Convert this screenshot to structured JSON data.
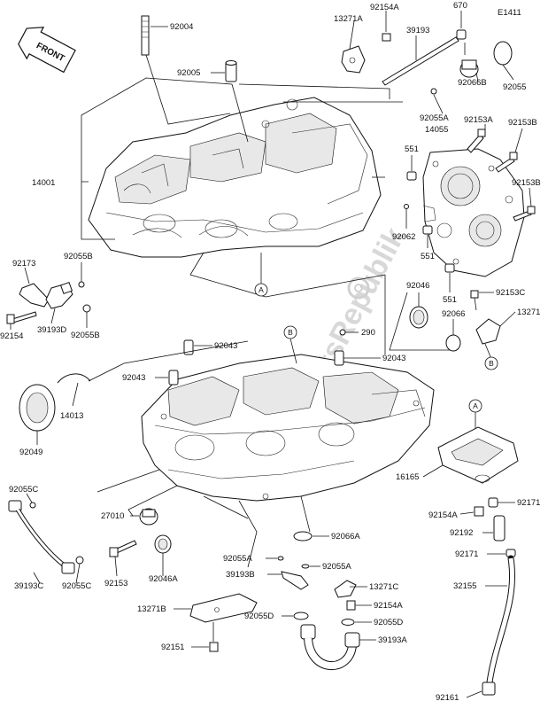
{
  "diagram": {
    "code": "E1411",
    "front_label": "FRONT",
    "watermark": "PartsRepublik",
    "callouts": {
      "a": "A",
      "b": "B"
    },
    "labels": [
      {
        "id": "p92004",
        "text": "92004"
      },
      {
        "id": "p13271A",
        "text": "13271A"
      },
      {
        "id": "p92154A_top",
        "text": "92154A"
      },
      {
        "id": "p670",
        "text": "670"
      },
      {
        "id": "p39193",
        "text": "39193"
      },
      {
        "id": "p92005",
        "text": "92005"
      },
      {
        "id": "p92066B",
        "text": "92066B"
      },
      {
        "id": "p92055_top",
        "text": "92055"
      },
      {
        "id": "p92055A_top",
        "text": "92055A"
      },
      {
        "id": "p92153A",
        "text": "92153A"
      },
      {
        "id": "p14055",
        "text": "14055"
      },
      {
        "id": "p92153B_1",
        "text": "92153B"
      },
      {
        "id": "p551_1",
        "text": "551"
      },
      {
        "id": "p14001",
        "text": "14001"
      },
      {
        "id": "p92153B_2",
        "text": "92153B"
      },
      {
        "id": "p92062",
        "text": "92062"
      },
      {
        "id": "p551_2",
        "text": "551"
      },
      {
        "id": "p92173",
        "text": "92173"
      },
      {
        "id": "p92055B_1",
        "text": "92055B"
      },
      {
        "id": "p551_3",
        "text": "551"
      },
      {
        "id": "p92046",
        "text": "92046"
      },
      {
        "id": "p92153C",
        "text": "92153C"
      },
      {
        "id": "p92066",
        "text": "92066"
      },
      {
        "id": "p13271",
        "text": "13271"
      },
      {
        "id": "p92154",
        "text": "92154"
      },
      {
        "id": "p39193D",
        "text": "39193D"
      },
      {
        "id": "p92055B_2",
        "text": "92055B"
      },
      {
        "id": "p290",
        "text": "290"
      },
      {
        "id": "p92043_1",
        "text": "92043"
      },
      {
        "id": "p92043_2",
        "text": "92043"
      },
      {
        "id": "p92043_3",
        "text": "92043"
      },
      {
        "id": "p14013",
        "text": "14013"
      },
      {
        "id": "p92049",
        "text": "92049"
      },
      {
        "id": "p16165",
        "text": "16165"
      },
      {
        "id": "p92055C_1",
        "text": "92055C"
      },
      {
        "id": "p92171_1",
        "text": "92171"
      },
      {
        "id": "p27010",
        "text": "27010"
      },
      {
        "id": "p92154A_mid",
        "text": "92154A"
      },
      {
        "id": "p92066A",
        "text": "92066A"
      },
      {
        "id": "p92192",
        "text": "92192"
      },
      {
        "id": "p39193C",
        "text": "39193C"
      },
      {
        "id": "p92055C_2",
        "text": "92055C"
      },
      {
        "id": "p92153",
        "text": "92153"
      },
      {
        "id": "p92046A",
        "text": "92046A"
      },
      {
        "id": "p92055A_1",
        "text": "92055A"
      },
      {
        "id": "p92055A_2",
        "text": "92055A"
      },
      {
        "id": "p92171_2",
        "text": "92171"
      },
      {
        "id": "p39193B",
        "text": "39193B"
      },
      {
        "id": "p32155",
        "text": "32155"
      },
      {
        "id": "p13271B",
        "text": "13271B"
      },
      {
        "id": "p13271C",
        "text": "13271C"
      },
      {
        "id": "p92154A_bot",
        "text": "92154A"
      },
      {
        "id": "p92055D_1",
        "text": "92055D"
      },
      {
        "id": "p92055D_2",
        "text": "92055D"
      },
      {
        "id": "p92151",
        "text": "92151"
      },
      {
        "id": "p39193A",
        "text": "39193A"
      },
      {
        "id": "p92161",
        "text": "92161"
      }
    ]
  }
}
